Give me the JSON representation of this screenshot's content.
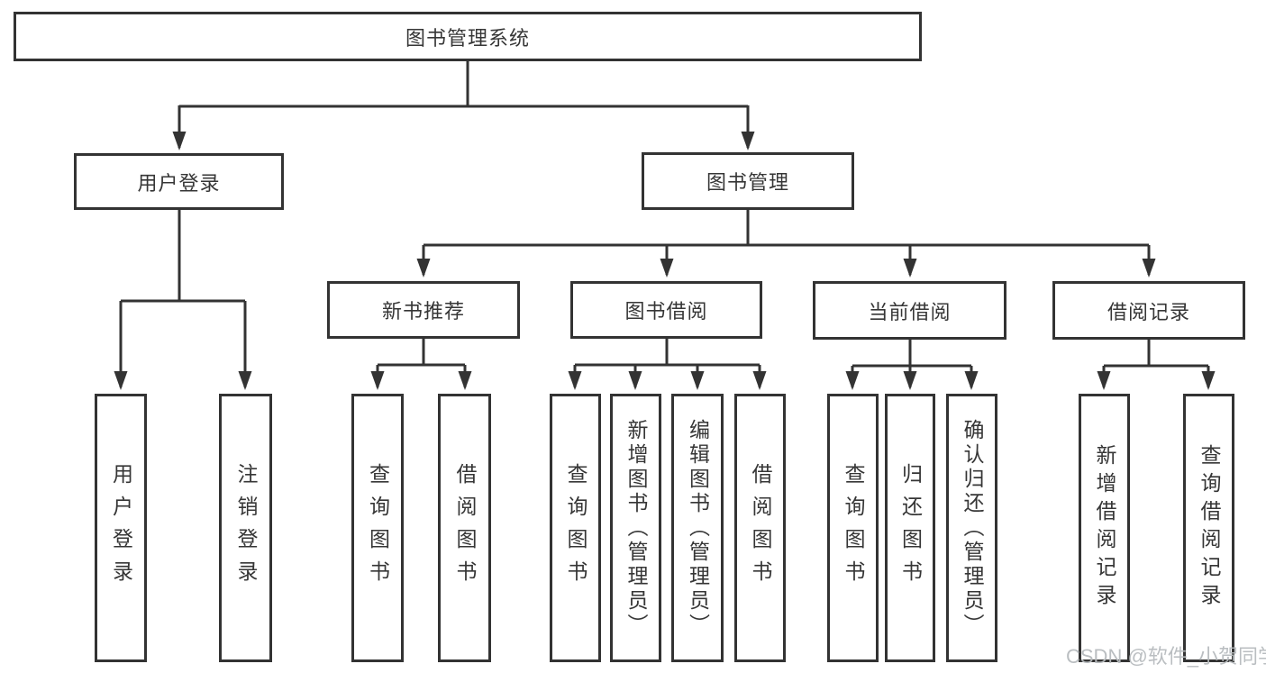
{
  "diagram_type": "hierarchy",
  "nodes": {
    "root": "图书管理系统",
    "l1": [
      "用户登录",
      "图书管理"
    ],
    "l2": [
      "新书推荐",
      "图书借阅",
      "当前借阅",
      "借阅记录"
    ],
    "l3": [
      "用户登录",
      "注销登录",
      "查询图书",
      "借阅图书",
      "查询图书",
      "新增图书（管理员）",
      "编辑图书（管理员）",
      "借阅图书",
      "查询图书",
      "归还图书",
      "确认归还（管理员）",
      "新增借阅记录",
      "查询借阅记录"
    ]
  },
  "edges": [
    {
      "from": "图书管理系统",
      "to": [
        "用户登录",
        "图书管理"
      ]
    },
    {
      "from": "用户登录",
      "to": [
        "用户登录",
        "注销登录"
      ]
    },
    {
      "from": "图书管理",
      "to": [
        "新书推荐",
        "图书借阅",
        "当前借阅",
        "借阅记录"
      ]
    },
    {
      "from": "新书推荐",
      "to": [
        "查询图书",
        "借阅图书"
      ]
    },
    {
      "from": "图书借阅",
      "to": [
        "查询图书",
        "新增图书（管理员）",
        "编辑图书（管理员）",
        "借阅图书"
      ]
    },
    {
      "from": "当前借阅",
      "to": [
        "查询图书",
        "归还图书",
        "确认归还（管理员）"
      ]
    },
    {
      "from": "借阅记录",
      "to": [
        "新增借阅记录",
        "查询借阅记录"
      ]
    }
  ],
  "watermark": "CSDN @软件_小贺同学",
  "colors": {
    "line": "#333333",
    "text": "#363636",
    "box_background": "#ffffff",
    "watermark": "#b7bbbe",
    "page_background": "#ffffff"
  }
}
